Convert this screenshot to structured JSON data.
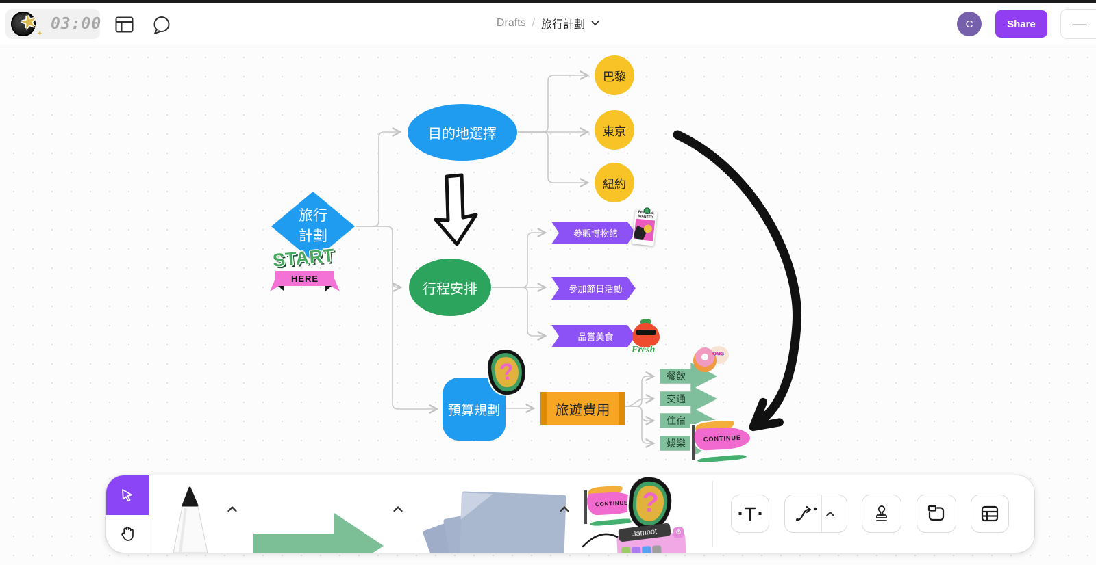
{
  "topbar": {
    "timer": "03:00",
    "breadcrumb": {
      "folder": "Drafts",
      "separator": "/",
      "title": "旅行計劃"
    },
    "avatar_initial": "C",
    "share_label": "Share",
    "minimize_glyph": "—",
    "logo_star_glyph": "★",
    "logo_spark_glyph": "✦"
  },
  "canvas": {
    "nodes": {
      "root_line1": "旅行",
      "root_line2": "計劃",
      "destination": "目的地選擇",
      "cities": [
        "巴黎",
        "東京",
        "紐約"
      ],
      "itinerary": "行程安排",
      "activities": [
        "參觀博物館",
        "參加節日活動",
        "品嘗美食"
      ],
      "budget": "預算規劃",
      "travel_cost": "旅遊費用",
      "expenses": [
        "餐飲",
        "交通",
        "住宿",
        "娛樂"
      ]
    },
    "stickers": {
      "start_line1": "START",
      "start_line2": "HERE",
      "feedback_line1": "Feedback",
      "feedback_line2": "WANTED",
      "fresh": "Fresh",
      "omg": "OMG",
      "question": "?",
      "continue": "CONTINUE"
    }
  },
  "toolbar": {
    "stickers": {
      "continue": "CONTINUE",
      "question": "?",
      "jambot": "Jambot"
    }
  },
  "colors": {
    "accent_purple": "#8b45f6",
    "share_button": "#913df2",
    "node_blue": "#1f9bf0",
    "node_green": "#2ca45d",
    "node_yellow": "#f7c326",
    "flag_purple": "#8c52f5",
    "cost_orange": "#f6a623",
    "expense_green": "#80bf9b",
    "connector_gray": "#c9c9c9"
  }
}
